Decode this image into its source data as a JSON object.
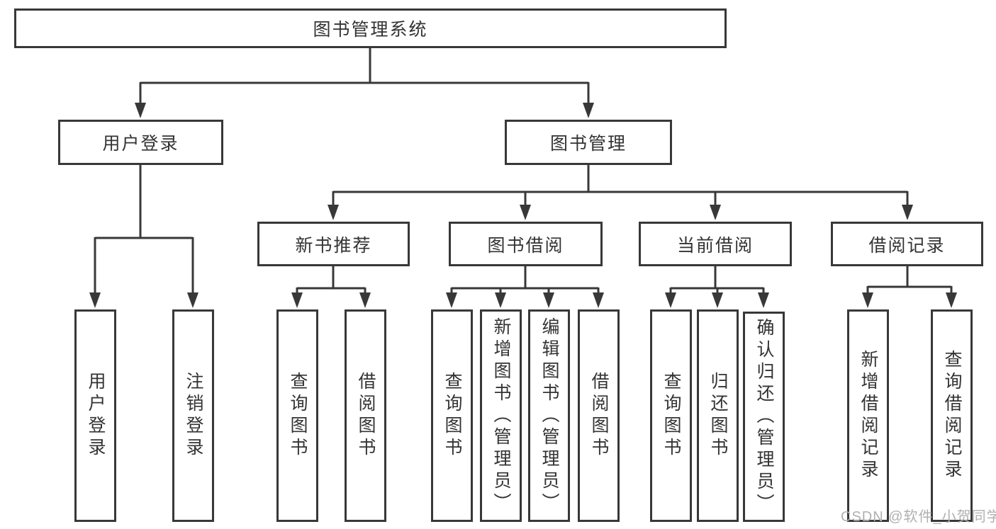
{
  "diagram": {
    "background": "#ffffff",
    "colors": {
      "line": "#383838",
      "box_border": "#383838",
      "text": "#333333",
      "watermark": "#b0b0b0"
    },
    "tree": {
      "label": "图书管理系统",
      "children": [
        {
          "label": "用户登录",
          "children": [
            {
              "label": "用户登录"
            },
            {
              "label": "注销登录"
            }
          ]
        },
        {
          "label": "图书管理",
          "children": [
            {
              "label": "新书推荐",
              "children": [
                {
                  "label": "查询图书"
                },
                {
                  "label": "借阅图书"
                }
              ]
            },
            {
              "label": "图书借阅",
              "children": [
                {
                  "label": "查询图书"
                },
                {
                  "label": "新增图书（管理员）"
                },
                {
                  "label": "编辑图书（管理员）"
                },
                {
                  "label": "借阅图书"
                }
              ]
            },
            {
              "label": "当前借阅",
              "children": [
                {
                  "label": "查询图书"
                },
                {
                  "label": "归还图书"
                },
                {
                  "label": "确认归还（管理员）"
                }
              ]
            },
            {
              "label": "借阅记录",
              "children": [
                {
                  "label": "新增借阅记录"
                },
                {
                  "label": "查询借阅记录"
                }
              ]
            }
          ]
        }
      ]
    },
    "watermark": "CSDN @软件_小贺同学"
  }
}
